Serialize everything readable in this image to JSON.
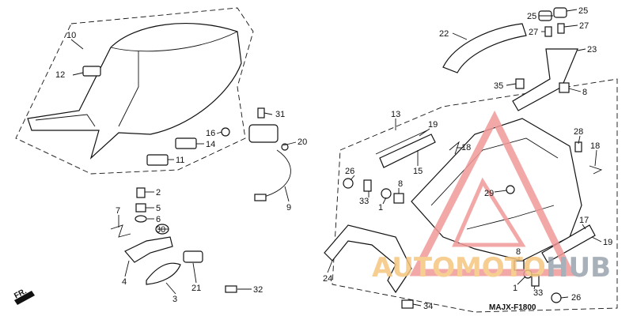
{
  "diagram": {
    "code": "MAJX-F1800",
    "front_marker": "FR.",
    "watermark": {
      "text_a": "AUTOMOTO",
      "text_b": "HUB",
      "color_a": "#f5c680",
      "color_b": "#9aa3ad",
      "triangle_color": "#f29a9a"
    },
    "callouts": [
      {
        "id": "c10",
        "label": "10"
      },
      {
        "id": "c12",
        "label": "12"
      },
      {
        "id": "c31",
        "label": "31"
      },
      {
        "id": "c16",
        "label": "16"
      },
      {
        "id": "c14",
        "label": "14"
      },
      {
        "id": "c20",
        "label": "20"
      },
      {
        "id": "c11",
        "label": "11"
      },
      {
        "id": "c9",
        "label": "9"
      },
      {
        "id": "c2",
        "label": "2"
      },
      {
        "id": "c5",
        "label": "5"
      },
      {
        "id": "c6",
        "label": "6"
      },
      {
        "id": "c30",
        "label": "30"
      },
      {
        "id": "c7",
        "label": "7"
      },
      {
        "id": "c4",
        "label": "4"
      },
      {
        "id": "c3",
        "label": "3"
      },
      {
        "id": "c21",
        "label": "21"
      },
      {
        "id": "c32",
        "label": "32"
      },
      {
        "id": "c22",
        "label": "22"
      },
      {
        "id": "c25a",
        "label": "25"
      },
      {
        "id": "c25b",
        "label": "25"
      },
      {
        "id": "c27a",
        "label": "27"
      },
      {
        "id": "c27b",
        "label": "27"
      },
      {
        "id": "c23",
        "label": "23"
      },
      {
        "id": "c35",
        "label": "35"
      },
      {
        "id": "c8a",
        "label": "8"
      },
      {
        "id": "c13",
        "label": "13"
      },
      {
        "id": "c19a",
        "label": "19"
      },
      {
        "id": "c18a",
        "label": "18"
      },
      {
        "id": "c15",
        "label": "15"
      },
      {
        "id": "c28",
        "label": "28"
      },
      {
        "id": "c18b",
        "label": "18"
      },
      {
        "id": "c26a",
        "label": "26"
      },
      {
        "id": "c33a",
        "label": "33"
      },
      {
        "id": "c8b",
        "label": "8"
      },
      {
        "id": "c1a",
        "label": "1"
      },
      {
        "id": "c29",
        "label": "29"
      },
      {
        "id": "c17",
        "label": "17"
      },
      {
        "id": "c19b",
        "label": "19"
      },
      {
        "id": "c24",
        "label": "24"
      },
      {
        "id": "c8c",
        "label": "8"
      },
      {
        "id": "c1b",
        "label": "1"
      },
      {
        "id": "c33b",
        "label": "33"
      },
      {
        "id": "c26b",
        "label": "26"
      },
      {
        "id": "c34",
        "label": "34"
      }
    ]
  }
}
